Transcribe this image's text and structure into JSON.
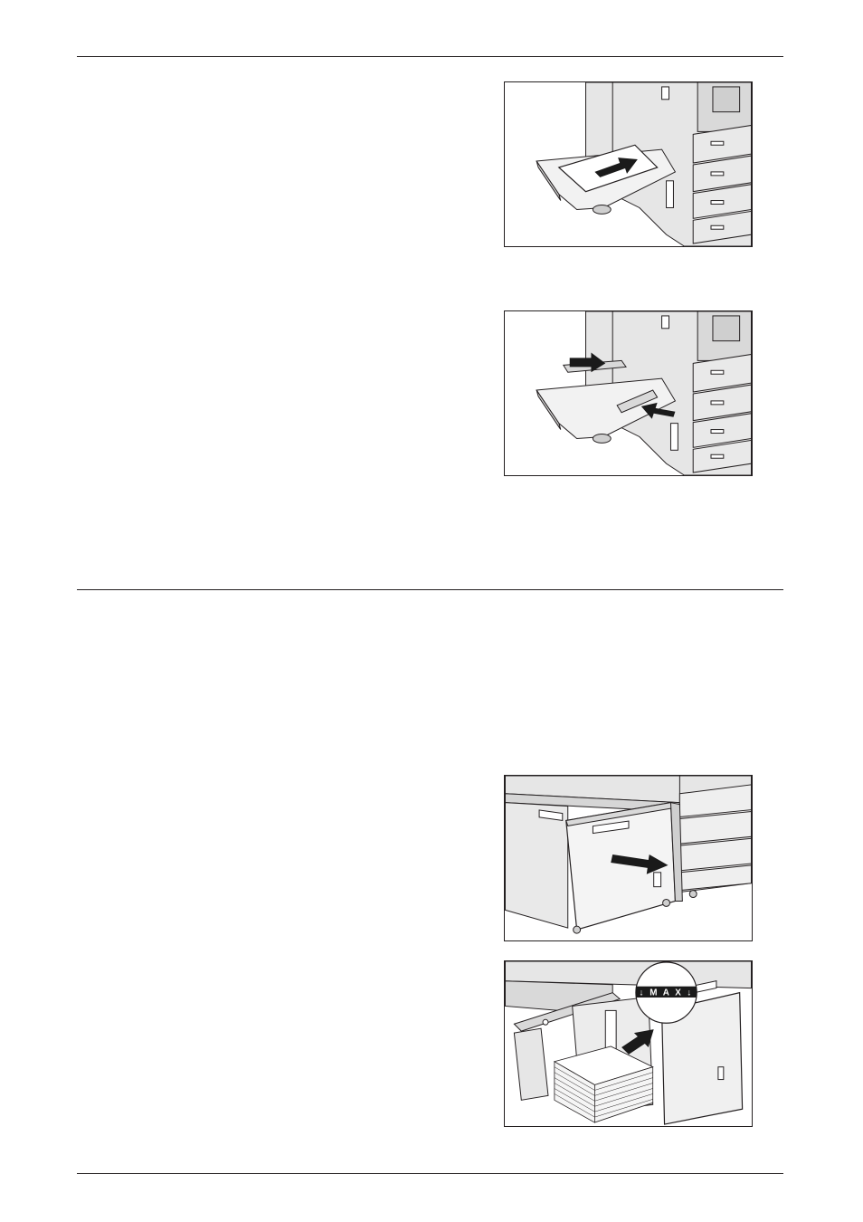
{
  "page": {
    "figures": [
      {
        "id": "bypass-tray-load-paper",
        "icons": [
          "printer-illustration",
          "arrow-right-icon"
        ]
      },
      {
        "id": "bypass-tray-adjust-guides",
        "icons": [
          "printer-illustration",
          "arrow-right-icon",
          "arrow-left-icon"
        ]
      },
      {
        "id": "hcf-tray-pull-out",
        "icons": [
          "printer-illustration",
          "arrow-right-icon"
        ]
      },
      {
        "id": "hcf-tray-load-paper",
        "icons": [
          "printer-illustration",
          "arrow-up-right-icon",
          "max-line-callout"
        ]
      }
    ],
    "max_label": "↓ M A X ↓"
  },
  "colors": {
    "line": "#231f20",
    "machine_fill": "#e6e6e6",
    "machine_shade": "#cfcfcf",
    "arrow": "#1a1a1a"
  }
}
